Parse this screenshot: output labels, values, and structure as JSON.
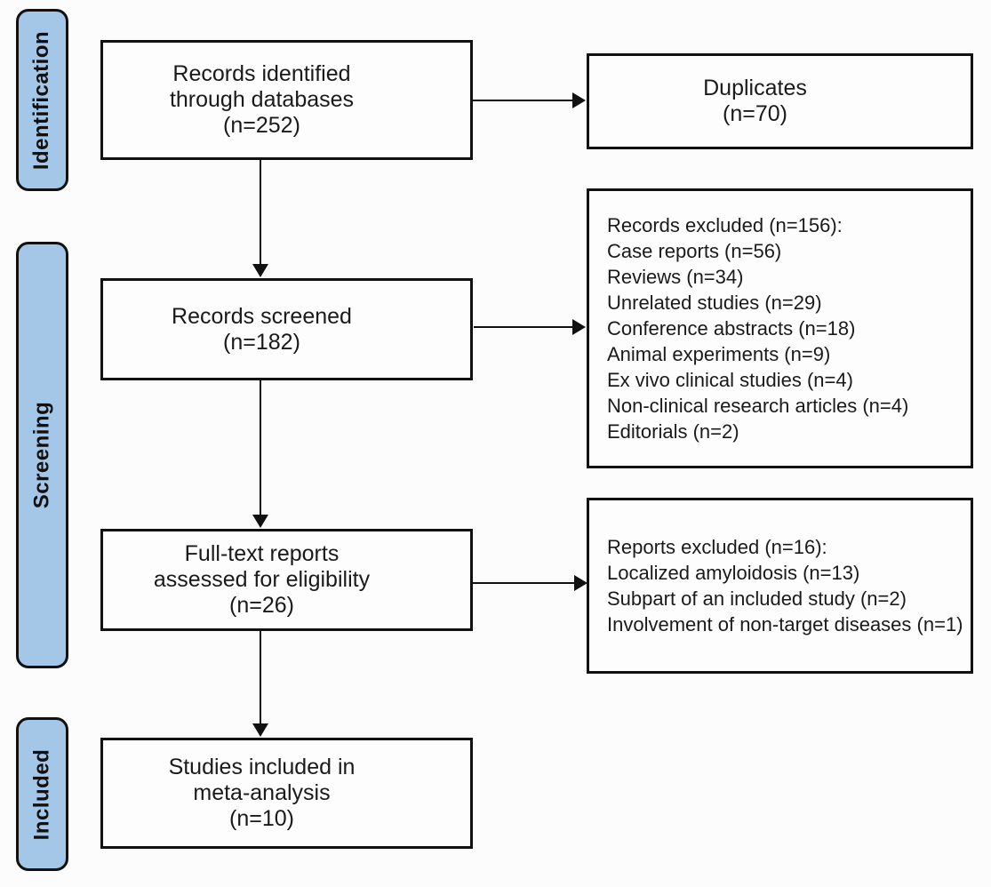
{
  "stages": [
    {
      "label": "Identification"
    },
    {
      "label": "Screening"
    },
    {
      "label": "Included"
    }
  ],
  "nodes": {
    "records_identified": {
      "text": "Records identified\nthrough databases\n(n=252)"
    },
    "duplicates": {
      "text": "Duplicates\n(n=70)"
    },
    "records_screened": {
      "text": "Records screened\n(n=182)"
    },
    "records_excluded": {
      "text": "Records excluded (n=156):\nCase reports (n=56)\nReviews (n=34)\nUnrelated studies (n=29)\nConference abstracts (n=18)\nAnimal experiments (n=9)\nEx vivo clinical studies (n=4)\nNon-clinical research articles (n=4)\nEditorials (n=2)"
    },
    "fulltext_assessed": {
      "text": "Full-text reports\nassessed for eligibility\n(n=26)"
    },
    "reports_excluded": {
      "text": "Reports excluded (n=16):\nLocalized amyloidosis (n=13)\nSubpart of an included study (n=2)\nInvolvement of non-target diseases (n=1)"
    },
    "studies_included": {
      "text": "Studies included in\nmeta-analysis\n(n=10)"
    }
  },
  "colors": {
    "stage_fill": "#A4C7E8",
    "border": "#111111",
    "text": "#1A1A1A",
    "background": "#FCFCFC"
  }
}
